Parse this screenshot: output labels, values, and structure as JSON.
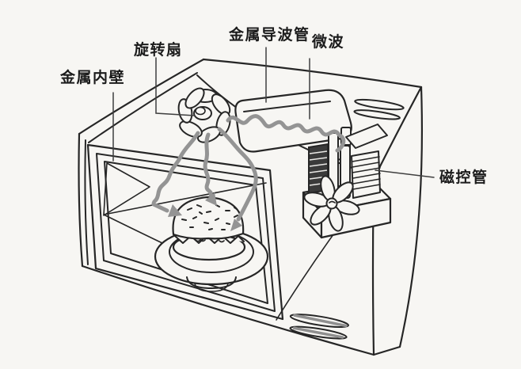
{
  "figure": {
    "type": "hand-drawn cutaway diagram",
    "subject": "microwave oven working principle",
    "background_color": "#f7f6f3",
    "ink_color": "#262626",
    "wave_color": "#949494",
    "labels": {
      "inner_wall": "金属内壁",
      "stirrer_fan": "旋转扇",
      "waveguide": "金属导波管",
      "microwave": "微波",
      "magnetron": "磁控管"
    }
  }
}
